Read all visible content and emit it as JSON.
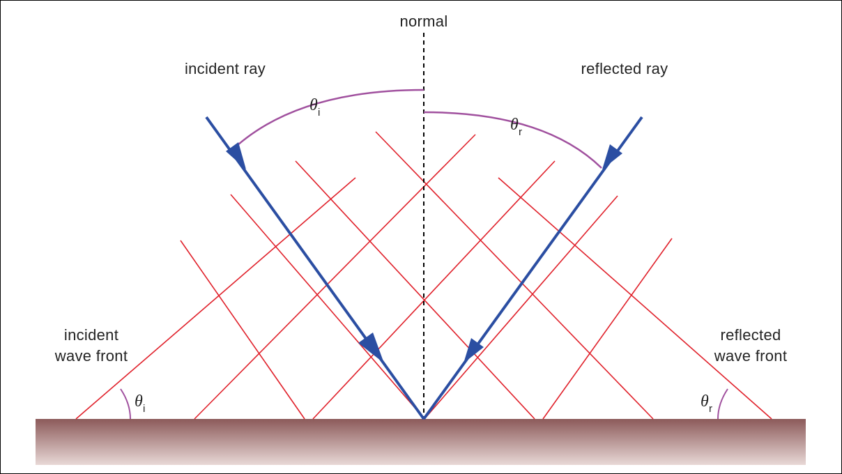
{
  "labels": {
    "normal": "normal",
    "incident_ray": "incident ray",
    "reflected_ray": "reflected ray",
    "incident_wave_front_line1": "incident",
    "incident_wave_front_line2": "wave front",
    "reflected_wave_front_line1": "reflected",
    "reflected_wave_front_line2": "wave front"
  },
  "angles": {
    "theta_symbol": "θ",
    "incident_subscript": "i",
    "reflected_subscript": "r"
  },
  "colors": {
    "ray": "#2b4ea2",
    "wave_front": "#e0202a",
    "angle_arc": "#a0509e",
    "normal_line": "#000000",
    "surface_top": "#8c5a5a",
    "surface_bottom": "#e8d8d6"
  }
}
